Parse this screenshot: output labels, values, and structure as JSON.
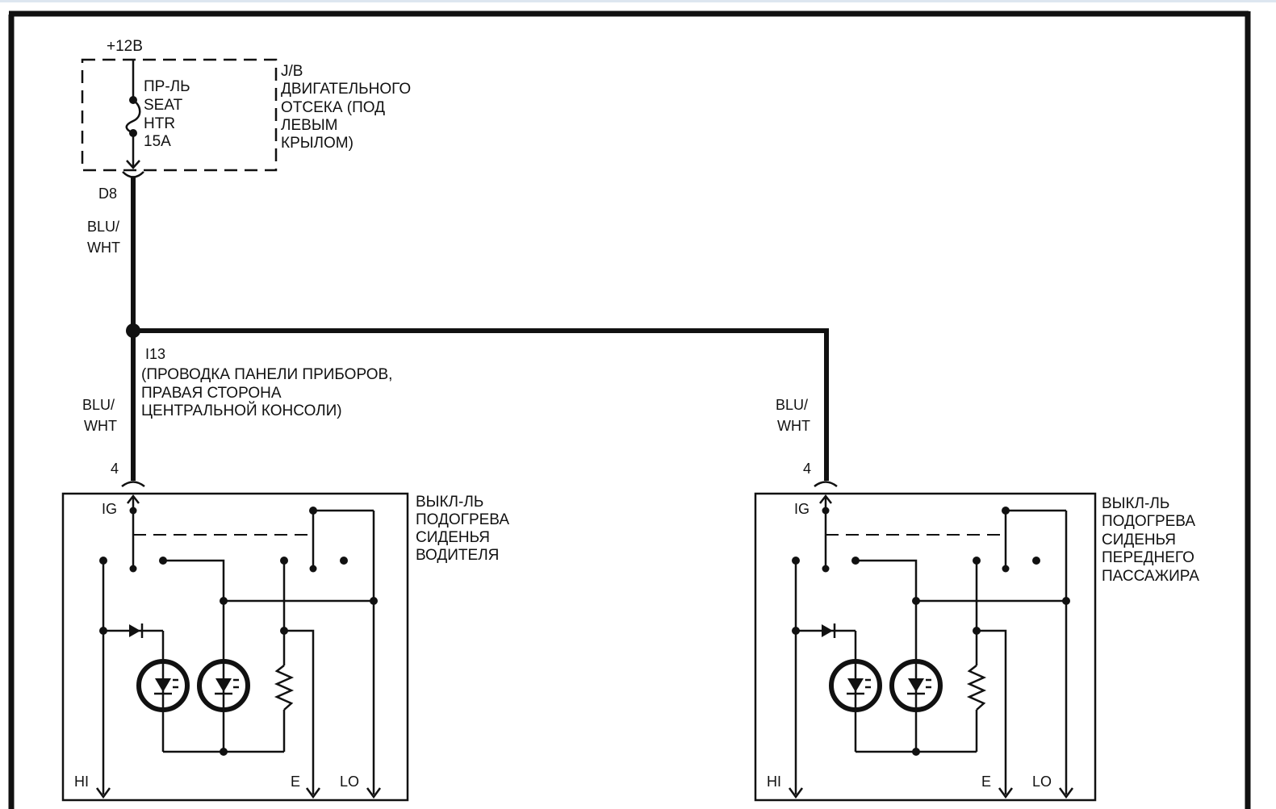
{
  "supply": {
    "voltage": "+12В"
  },
  "junction_box": {
    "lines": [
      "J/B",
      "ДВИГАТЕЛЬНОГО",
      "ОТСЕКА (ПОД",
      "ЛЕВЫМ",
      "КРЫЛОМ)"
    ],
    "fuse_lines": [
      "ПР-ЛЬ",
      "SEAT",
      "HTR",
      "15A"
    ],
    "connector": "D8"
  },
  "wire_color": {
    "line1": "BLU/",
    "line2": "WHT"
  },
  "splice": {
    "id": "I13",
    "lines": [
      "(ПРОВОДКА ПАНЕЛИ ПРИБОРОВ,",
      "ПРАВАЯ СТОРОНА",
      "ЦЕНТРАЛЬНОЙ КОНСОЛИ)"
    ]
  },
  "switches": [
    {
      "lines": [
        "ВЫКЛ-ЛЬ",
        "ПОДОГРЕВА",
        "СИДЕНЬЯ",
        "ВОДИТЕЛЯ"
      ],
      "pin_number": "4",
      "terminals": {
        "ig": "IG",
        "hi": "HI",
        "e": "E",
        "lo": "LO"
      }
    },
    {
      "lines": [
        "ВЫКЛ-ЛЬ",
        "ПОДОГРЕВА",
        "СИДЕНЬЯ",
        "ПЕРЕДНЕГО",
        "ПАССАЖИРА"
      ],
      "pin_number": "4",
      "terminals": {
        "ig": "IG",
        "hi": "HI",
        "e": "E",
        "lo": "LO"
      }
    }
  ]
}
